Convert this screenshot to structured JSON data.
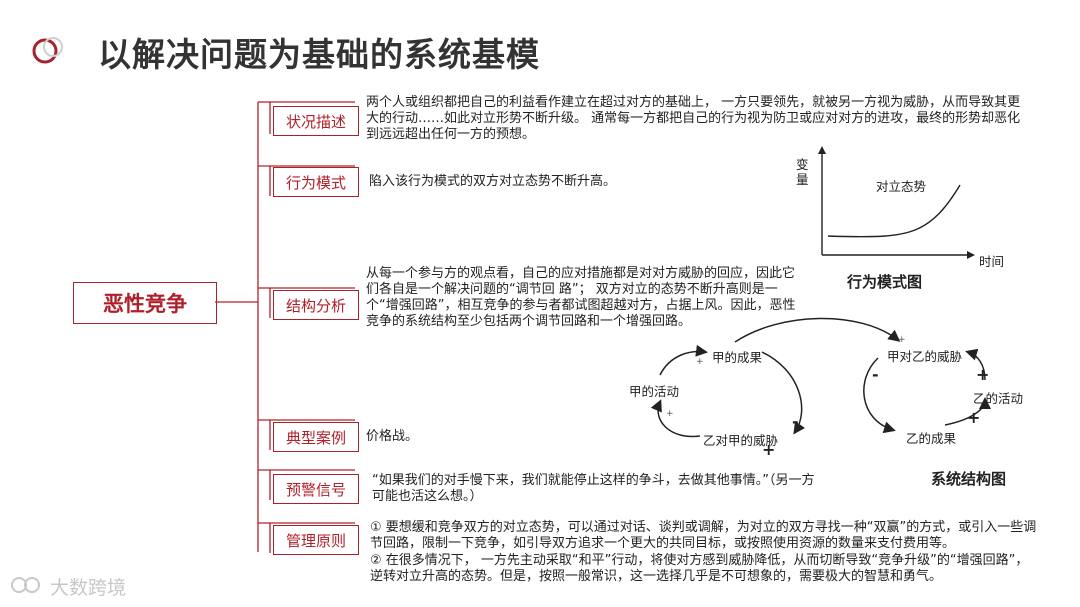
{
  "title": "以解决问题为基础的系统基模",
  "root": "恶性竞争",
  "branches": [
    {
      "label": "状况描述",
      "text": "两个人或组织都把自己的利益看作建立在超过对方的基础上，  一方只要领先，就被另一方视为威胁，从而导致其更大的行动……如此对立形势不断升级。  通常每一方都把自己的行为视为防卫或应对对方的进攻，最终的形势却恶化到远远超出任何一方的预想。"
    },
    {
      "label": "行为模式",
      "text": "陷入该行为模式的双方对立态势不断升高。"
    },
    {
      "label": "结构分析",
      "text": "从每一个参与方的观点看，自己的应对措施都是对对方威胁的回应，因此它们各自是一个解决问题的“调节回 路”；  双方对立的态势不断升高则是一个“增强回路”，相互竞争的参与者都试图超越对方，占据上风。因此，恶性竞争的系统结构至少包括两个调节回路和一个增强回路。"
    },
    {
      "label": "典型案例",
      "text": "价格战。"
    },
    {
      "label": "预警信号",
      "text": "“如果我们的对手慢下来，我们就能停止这样的争斗，去做其他事情。”（另一方可能也活这么想。）"
    },
    {
      "label": "管理原则",
      "items": [
        "① 要想缓和竞争双方的对立态势，可以通过对话、谈判或调解，为对立的双方寻找一种“双赢”的方式，或引入一些调节回路，限制一下竞争，如引导双方追求一个更大的共同目标，或按照使用资源的数量来支付费用等。",
        "② 在很多情况下，  一方先主动采取“和平”行动，将使对方感到威胁降低，从而切断导致“竞争升级”的“增强回路”，逆转对立升高的态势。但是，按照一般常识，这一选择几乎是不可想象的，需要极大的智慧和勇气。"
      ]
    }
  ],
  "behavior_chart": {
    "ylabel": "变量",
    "xlabel": "时间",
    "series_label": "对立态势",
    "caption": "行为模式图"
  },
  "structure": {
    "caption": "系统结构图",
    "nodes": {
      "a_result": "甲的成果",
      "a_activity": "甲的活动",
      "b_threat_to_a": "乙对甲的威胁",
      "a_threat_to_b": "甲对乙的威胁",
      "b_activity": "乙的活动",
      "b_result": "乙的成果"
    },
    "signs": {
      "plus": "+",
      "minus": "-",
      "small_plus": "+"
    }
  },
  "watermark": "大数跨境",
  "colors": {
    "accent": "#a8222c",
    "line": "#b0202a"
  }
}
